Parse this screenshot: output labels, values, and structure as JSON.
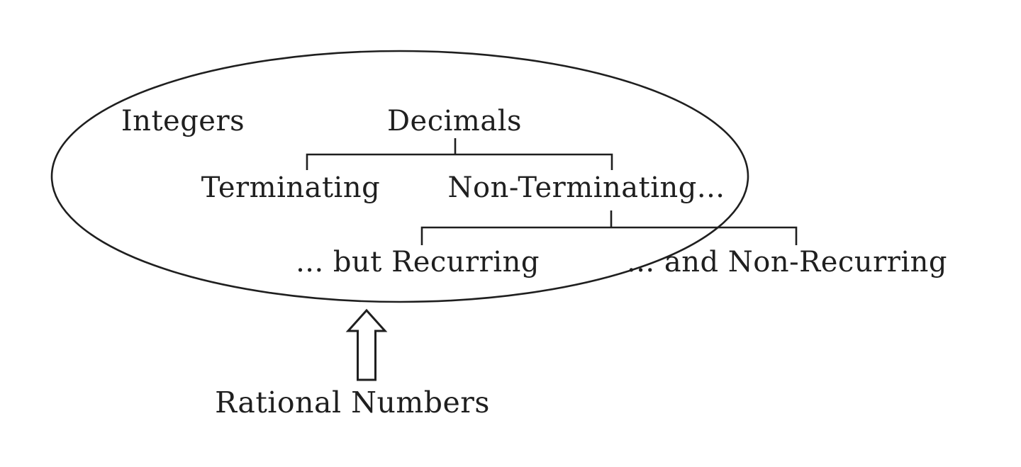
{
  "title": "Rational numbers classification diagram",
  "colors": {
    "ink": "#1f1f1f",
    "background": "#ffffff"
  },
  "diagram": {
    "set_members": {
      "integers": "Integers",
      "decimals": "Decimals"
    },
    "decimals_children": {
      "terminating": "Terminating",
      "non_terminating": "Non-Terminating..."
    },
    "non_terminating_children": {
      "recurring": "... but Recurring",
      "non_recurring": "... and Non-Recurring"
    },
    "caption": "Rational Numbers",
    "icons": {
      "up_arrow": "hollow upward arrow pointing from caption to ellipse"
    }
  }
}
